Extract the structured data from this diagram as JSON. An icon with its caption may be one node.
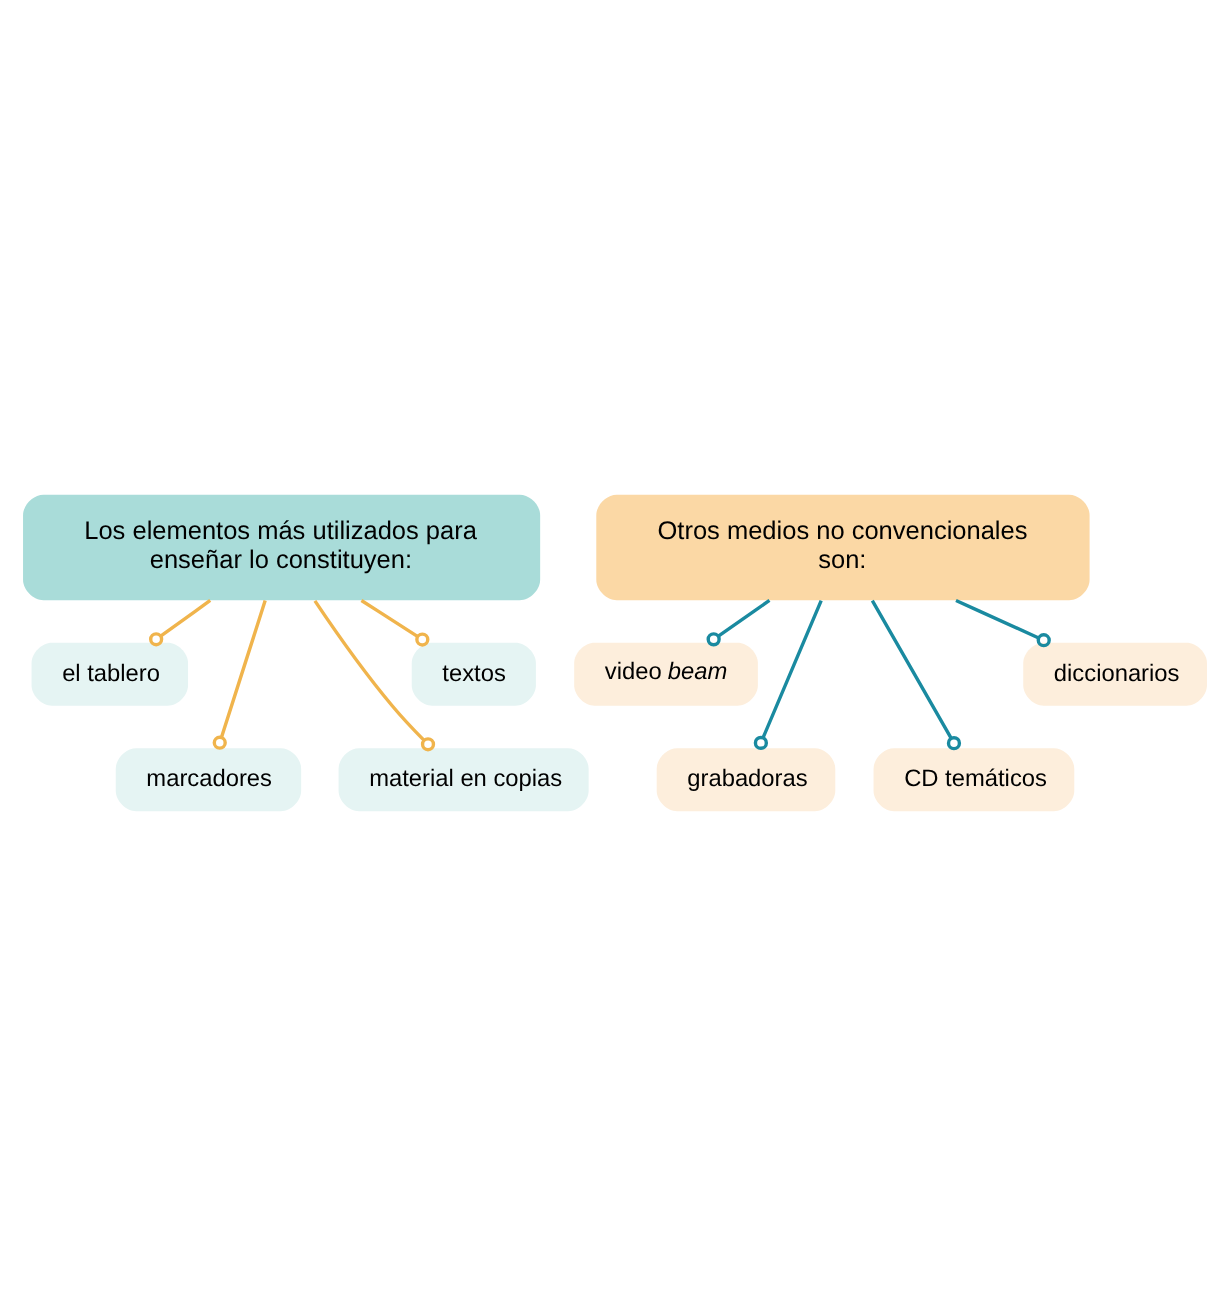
{
  "diagram": {
    "nodes": [
      {
        "text": [
          "Los elementos más utilizados para enseñar lo constituyen:"
        ]
      },
      {
        "text": [
          "el tablero"
        ]
      },
      {
        "text": [
          "marcadores"
        ]
      },
      {
        "text": [
          "material en copias"
        ]
      },
      {
        "text": [
          "textos"
        ]
      },
      {
        "text": [
          "Otros medios no convencionales son:"
        ]
      },
      {
        "text": [
          "video *beam*"
        ]
      },
      {
        "text": [
          "grabadoras"
        ]
      },
      {
        "text": [
          "CD temáticos"
        ]
      },
      {
        "text": [
          "diccionarios"
        ]
      }
    ],
    "edges": [
      {
        "from": 0,
        "to": 1,
        "arrow": "other",
        "color": "#f0b44c"
      },
      {
        "from": 0,
        "to": 2,
        "arrow": "other",
        "color": "#f0b44c"
      },
      {
        "from": 0,
        "to": 3,
        "arrow": "other",
        "color": "#f0b44c"
      },
      {
        "from": 0,
        "to": 4,
        "arrow": "other",
        "color": "#f0b44c"
      },
      {
        "from": 5,
        "to": 6,
        "arrow": "other",
        "color": "#1a8aa0"
      },
      {
        "from": 5,
        "to": 7,
        "arrow": "other",
        "color": "#1a8aa0"
      },
      {
        "from": 5,
        "to": 8,
        "arrow": "other",
        "color": "#1a8aa0"
      },
      {
        "from": 5,
        "to": 9,
        "arrow": "other",
        "color": "#1a8aa0"
      }
    ]
  }
}
